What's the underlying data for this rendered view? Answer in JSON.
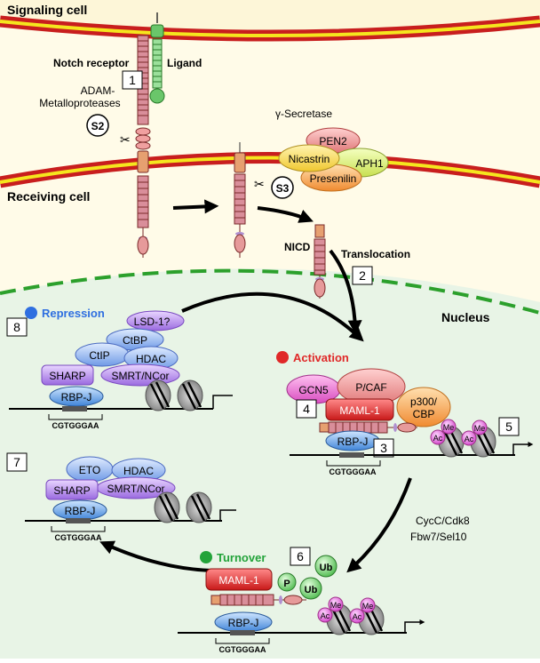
{
  "regions": {
    "signaling_cell": "Signaling cell",
    "receiving_cell": "Receiving cell",
    "nucleus": "Nucleus"
  },
  "labels": {
    "notch_receptor": "Notch receptor",
    "ligand": "Ligand",
    "adam_line1": "ADAM-",
    "adam_line2": "Metalloproteases",
    "gamma_secretase": "γ-Secretase",
    "nicd": "NICD",
    "translocation": "Translocation",
    "cycc": "CycC/Cdk8",
    "fbw7": "Fbw7/Sel10"
  },
  "sites": {
    "s2": "S2",
    "s3": "S3"
  },
  "steps": {
    "s1": "1",
    "s2": "2",
    "s3": "3",
    "s4": "4",
    "s5": "5",
    "s6": "6",
    "s7": "7",
    "s8": "8"
  },
  "secretase": {
    "pen2": "PEN2",
    "nicastrin": "Nicastrin",
    "aph1": "APH1",
    "presenilin": "Presenilin"
  },
  "states": {
    "repression": "Repression",
    "activation": "Activation",
    "turnover": "Turnover"
  },
  "proteins": {
    "lsd1": "LSD-1?",
    "ctbp": "CtBP",
    "ctip": "CtIP",
    "hdac": "HDAC",
    "smrt": "SMRT/NCor",
    "sharp": "SHARP",
    "rbpj": "RBP-J",
    "eto": "ETO",
    "gcn5": "GCN5",
    "pcaf": "P/CAF",
    "p300_line1": "p300/",
    "p300_line2": "CBP",
    "maml": "MAML-1",
    "p": "P",
    "ub": "Ub",
    "me": "Me",
    "ac": "Ac"
  },
  "dna": {
    "motif": "CGTGGGAA"
  },
  "colors": {
    "membrane_red": "#c81e1e",
    "membrane_yellow": "#f5e61e",
    "signaling_bg": "#fdf6d8",
    "receiving_bg": "#fdf6d8",
    "nucleus_bg": "#e6f3e6",
    "nucleus_dash": "#2ca02c",
    "repression_dot": "#2f6fe0",
    "activation_dot": "#e02828",
    "turnover_dot": "#23a33a",
    "notch": "#d9735c",
    "ligand": "#6ac66a"
  }
}
